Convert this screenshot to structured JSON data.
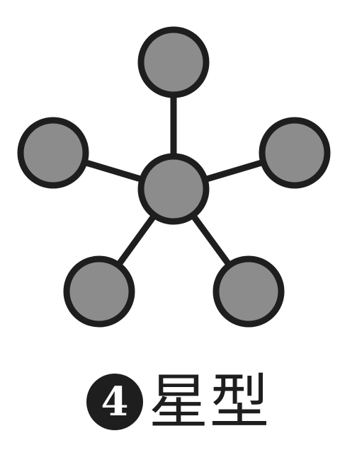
{
  "diagram": {
    "topology": "star",
    "center_node": "hub",
    "outer_nodes": [
      "top",
      "upper-left",
      "upper-right",
      "lower-left",
      "lower-right"
    ],
    "colors": {
      "node_fill": "#8c8c8c",
      "stroke": "#1e1e1e",
      "background": "#ffffff"
    }
  },
  "caption": {
    "number": "4",
    "label": "星型"
  }
}
